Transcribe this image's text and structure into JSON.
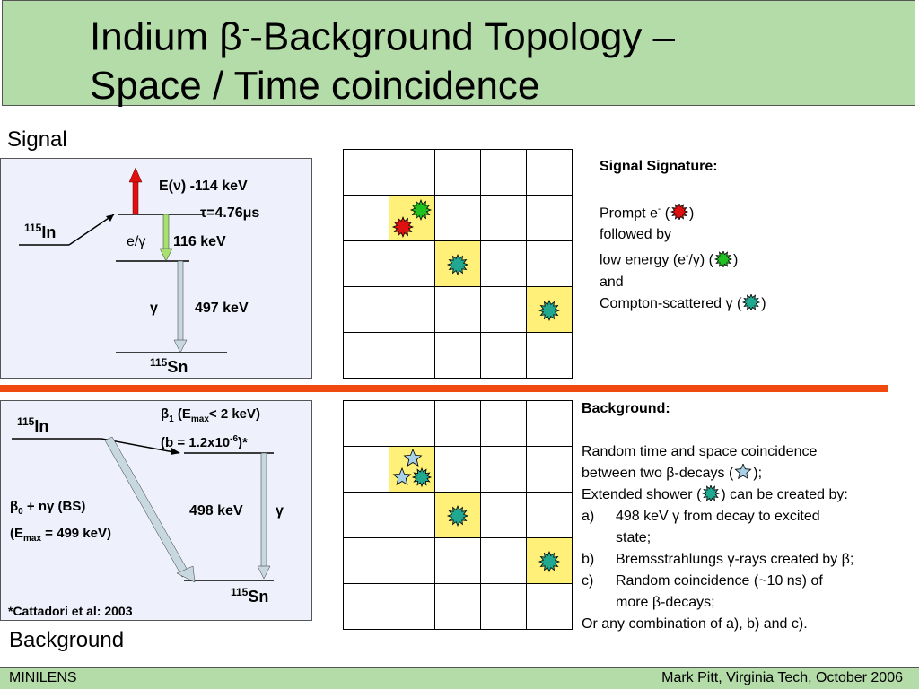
{
  "title": {
    "line1_a": "Indium ",
    "line1_beta": "β",
    "line1_sup": "-",
    "line1_b": "-Background Topology –",
    "line2": "Space / Time coincidence"
  },
  "signal_label": "Signal",
  "background_label": "Background",
  "signal_diagram": {
    "in_mass": "115",
    "in_sym": "In",
    "nu_energy": "E(ν) -114 keV",
    "tau": "τ=4.76μs",
    "e_gamma": "e/γ",
    "e_gamma_energy": "116 keV",
    "gamma": "γ",
    "gamma_energy": "497 keV",
    "sn_mass": "115",
    "sn_sym": "Sn"
  },
  "background_diagram": {
    "in_mass": "115",
    "in_sym": "In",
    "beta1_a": "β",
    "beta1_sub": "1",
    "beta1_b": " (E",
    "beta1_max": "max",
    "beta1_c": "< 2 keV)",
    "beta1_line2_a": "(b = 1.2x10",
    "beta1_line2_sup": "-6",
    "beta1_line2_b": ")*",
    "beta0_a": "β",
    "beta0_sub": "0",
    "beta0_b": " + nγ (BS)",
    "beta0_line2_a": "(E",
    "beta0_line2_max": "max",
    "beta0_line2_b": " = 499 keV)",
    "energy": "498 keV",
    "gamma": "γ",
    "sn_mass": "115",
    "sn_sym": "Sn",
    "citation": "*Cattadori et al: 2003"
  },
  "signal_signature": {
    "heading": "Signal Signature:",
    "line1_a": "Prompt e",
    "line1_sup": "-",
    "line1_b": " (",
    "line1_c": ")",
    "line2": "followed by",
    "line3_a": "low energy (e",
    "line3_sup": "-",
    "line3_b": "/γ) (",
    "line3_c": ")",
    "line4": "and",
    "line5_a": " Compton-scattered γ (",
    "line5_b": ")"
  },
  "background_text": {
    "heading": "Background:",
    "line1": "Random time and space coincidence",
    "line2_a": "between two β-decays (",
    "line2_b": ");",
    "line3_a": "Extended shower (",
    "line3_b": ") can be created by:",
    "items": [
      {
        "marker": "a)",
        "line1": "498 keV γ from decay to excited",
        "line2": "state;"
      },
      {
        "marker": "b)",
        "line1": "Bremsstrahlungs γ-rays created by β;",
        "line2": ""
      },
      {
        "marker": "c)",
        "line1": "Random coincidence (~10 ns) of",
        "line2": "more β-decays;"
      }
    ],
    "last": "Or any combination of a), b) and c)."
  },
  "footer": {
    "left": "MINILENS",
    "right": "Mark Pitt, Virginia Tech, October 2006"
  },
  "colors": {
    "title_bg": "#b3dca8",
    "divider": "#f04a10",
    "cell_highlight": "#fff07a",
    "burst_red": "#e01010",
    "burst_green": "#20c020",
    "burst_teal": "#20a890",
    "star_blue": "#a8d0e8"
  },
  "icons": [
    "red-burst-icon",
    "green-burst-icon",
    "teal-burst-icon",
    "blue-star-icon"
  ]
}
